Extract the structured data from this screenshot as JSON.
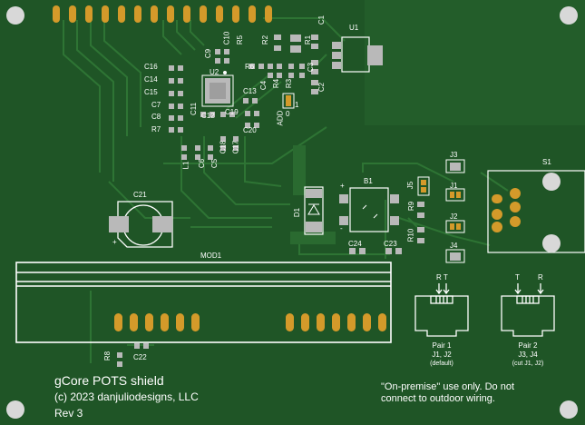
{
  "board": {
    "title": "gCore POTS shield",
    "copyright": "(c) 2023 danjuliodesigns, LLC",
    "revision": "Rev 3",
    "warning_line1": "\"On-premise\" use only. Do not",
    "warning_line2": "connect to outdoor wiring."
  },
  "pairs": {
    "pair1_title": "Pair 1",
    "pair1_jumpers": "J1, J2",
    "pair1_note": "(default)",
    "pair1_pins": "R T",
    "pair2_title": "Pair 2",
    "pair2_jumpers": "J3, J4",
    "pair2_note": "(cut J1, J2)",
    "pair2_pin_t": "T",
    "pair2_pin_r": "R"
  },
  "labels": {
    "U1": "U1",
    "U2": "U2",
    "C1": "C1",
    "C2": "C2",
    "C3": "C3",
    "C4": "C4",
    "R1": "R1",
    "R2": "R2",
    "R3": "R3",
    "R4": "R4",
    "R5": "R5",
    "R6": "R6",
    "R7": "R7",
    "R8": "R8",
    "R9": "R9",
    "R10": "R10",
    "C5": "C5",
    "C6": "C6",
    "C7": "C7",
    "C8": "C8",
    "C9": "C9",
    "C10": "C10",
    "C11": "C11",
    "C12": "C12",
    "C13": "C13",
    "C14": "C14",
    "C15": "C15",
    "C16": "C16",
    "C17": "C17",
    "C18": "C18",
    "C19": "C19",
    "C20": "C20",
    "C21": "C21",
    "C22": "C22",
    "C23": "C23",
    "C24": "C24",
    "L1": "L1",
    "D1": "D1",
    "B1": "B1",
    "S1": "S1",
    "J1": "J1",
    "J2": "J2",
    "J3": "J3",
    "J4": "J4",
    "J5": "J5",
    "MOD1": "MOD1",
    "ADD": "ADD",
    "ADD0": "0",
    "ADD1": "1",
    "plus": "+",
    "minus": "-"
  },
  "colors": {
    "board": "#1f5526",
    "copper_trace": "#2f7a36",
    "pad_gold": "#d49a2a",
    "pad_silver": "#b9b9b9",
    "silkscreen": "#ffffff",
    "mount_hole": "#d8d8d8"
  }
}
